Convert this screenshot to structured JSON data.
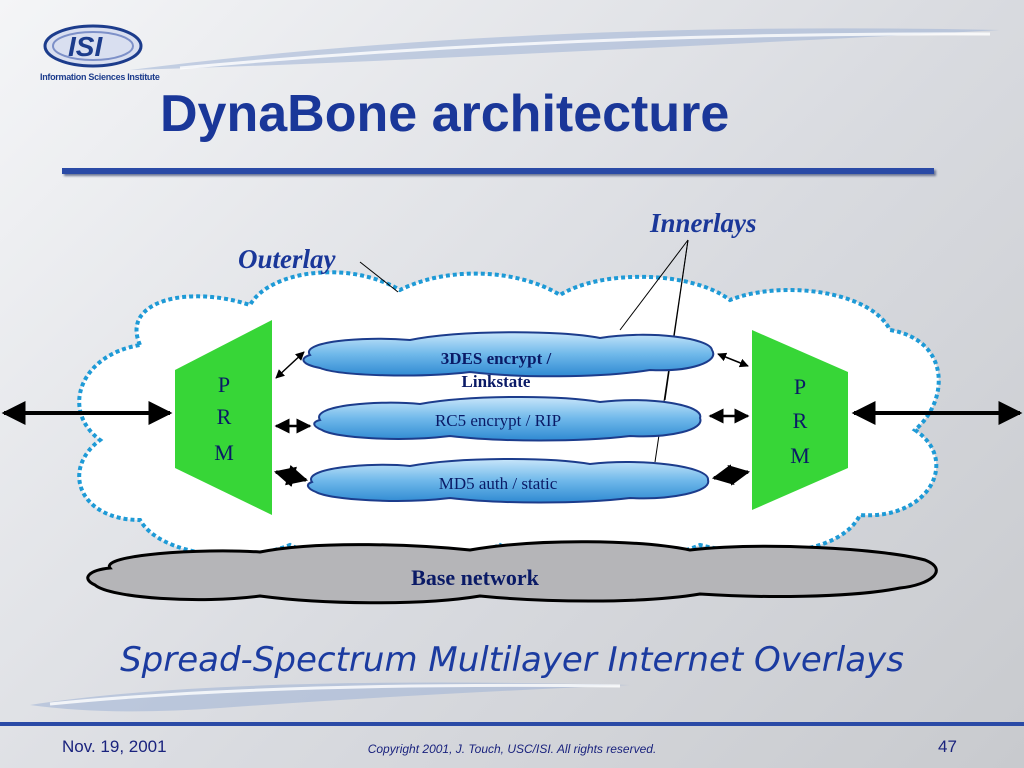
{
  "logo": {
    "text": "ISI",
    "subtitle": "Information Sciences Institute"
  },
  "slide": {
    "title": "DynaBone architecture",
    "subtitle": "Spread-Spectrum Multilayer Internet Overlays"
  },
  "diagram": {
    "outerlay_label": "Outerlay",
    "innerlays_label": "Innerlays",
    "prm_left": [
      "P",
      "R",
      "M"
    ],
    "prm_right": [
      "P",
      "R",
      "M"
    ],
    "innerlays": [
      {
        "line1": "3DES  encrypt /",
        "line2": "Linkstate"
      },
      {
        "line1": "RC5  encrypt / RIP",
        "line2": ""
      },
      {
        "line1": "MD5 auth / static",
        "line2": ""
      }
    ],
    "base_network": "Base network",
    "colors": {
      "prm": "#37d637",
      "outer_border": "#1e9ad6",
      "inner_cloud": "#5aaee6",
      "base": "#b5b5b8"
    }
  },
  "footer": {
    "date": "Nov. 19, 2001",
    "copyright": "Copyright 2001, J. Touch, USC/ISI.  All rights reserved.",
    "page": "47"
  }
}
